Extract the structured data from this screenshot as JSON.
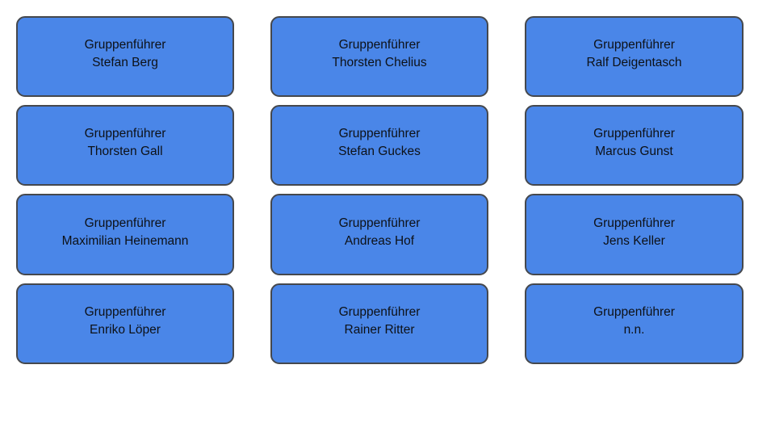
{
  "slide": {
    "background_color": "#ffffff",
    "card_fill_color": "#4a86e8",
    "card_border_color": "#45484d",
    "card_text_color": "#0d1117"
  },
  "cards": [
    {
      "role": "Gruppenführer",
      "name": "Stefan Berg"
    },
    {
      "role": "Gruppenführer",
      "name": "Thorsten Chelius"
    },
    {
      "role": "Gruppenführer",
      "name": "Ralf Deigentasch"
    },
    {
      "role": "Gruppenführer",
      "name": "Thorsten Gall"
    },
    {
      "role": "Gruppenführer",
      "name": "Stefan Guckes"
    },
    {
      "role": "Gruppenführer",
      "name": "Marcus Gunst"
    },
    {
      "role": "Gruppenführer",
      "name": "Maximilian Heinemann"
    },
    {
      "role": "Gruppenführer",
      "name": "Andreas Hof"
    },
    {
      "role": "Gruppenführer",
      "name": "Jens Keller"
    },
    {
      "role": "Gruppenführer",
      "name": "Enriko Löper"
    },
    {
      "role": "Gruppenführer",
      "name": "Rainer Ritter"
    },
    {
      "role": "Gruppenführer",
      "name": "n.n."
    }
  ]
}
